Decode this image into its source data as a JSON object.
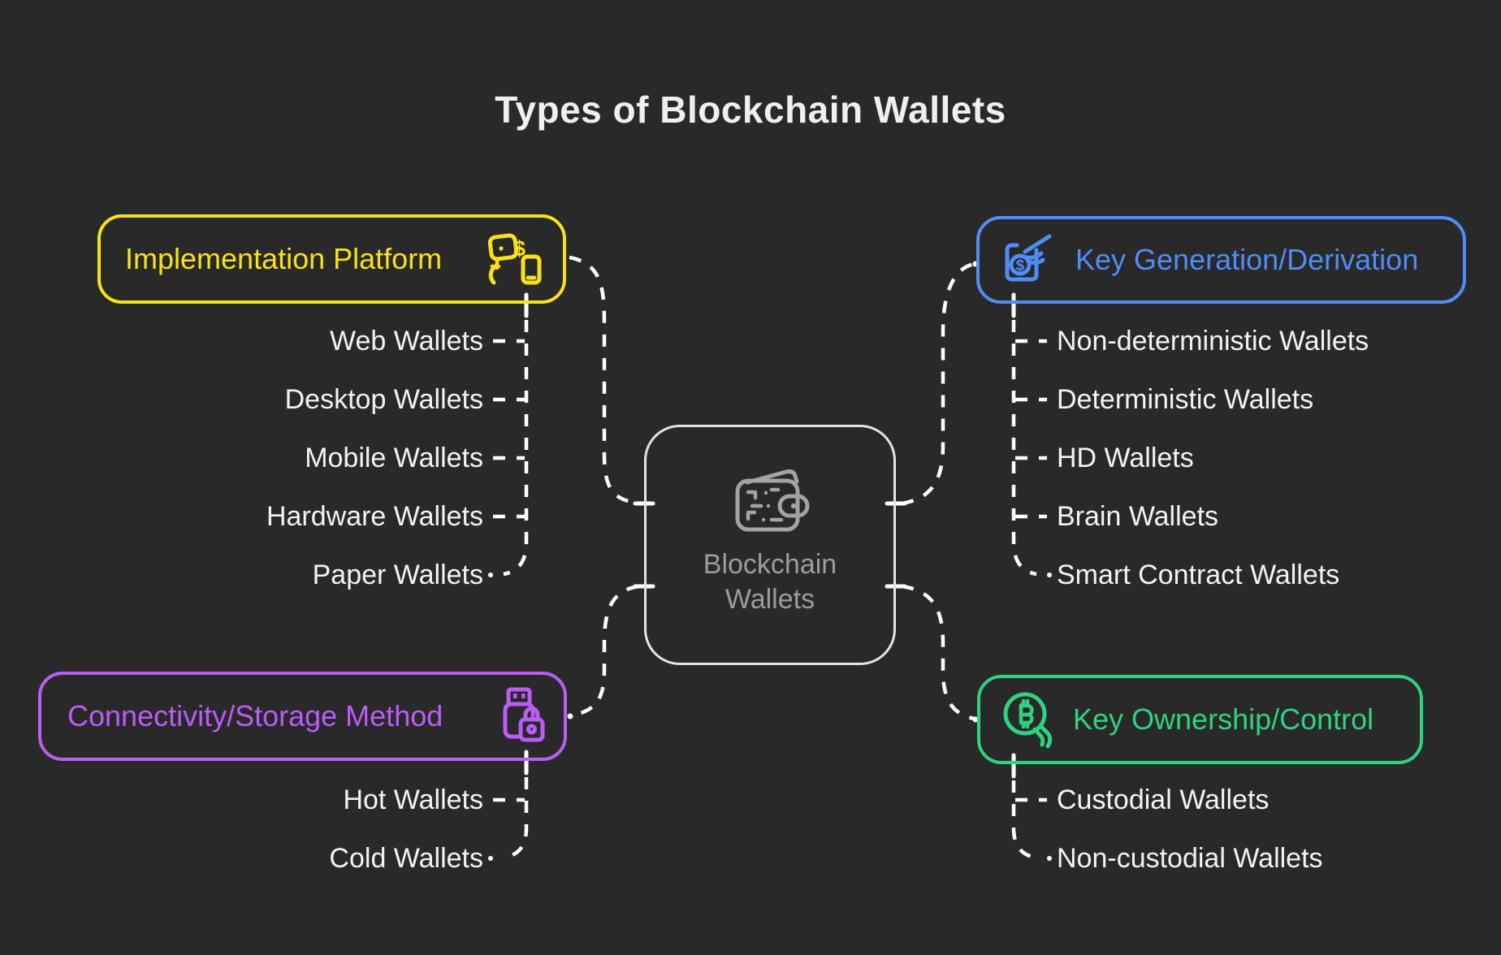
{
  "title": "Types of Blockchain Wallets",
  "center_node": {
    "icon": "wallet-icon",
    "line1": "Blockchain",
    "line2": "Wallets",
    "border_color": "#e4e4e4",
    "text_color": "#9c9c9c"
  },
  "groups": [
    {
      "id": "implementation-platform",
      "label": "Implementation Platform",
      "icon": "device-swap-icon",
      "color": "#f8e11c",
      "items": [
        "Web Wallets",
        "Desktop Wallets",
        "Mobile Wallets",
        "Hardware Wallets",
        "Paper Wallets"
      ]
    },
    {
      "id": "key-generation-derivation",
      "label": "Key Generation/Derivation",
      "icon": "hand-signing-icon",
      "color": "#4f8df6",
      "items": [
        "Non-deterministic Wallets",
        "Deterministic Wallets",
        "HD Wallets",
        "Brain Wallets",
        "Smart Contract Wallets"
      ]
    },
    {
      "id": "connectivity-storage-method",
      "label": "Connectivity/Storage Method",
      "icon": "usb-lock-icon",
      "color": "#bb5cf5",
      "items": [
        "Hot Wallets",
        "Cold Wallets"
      ]
    },
    {
      "id": "key-ownership-control",
      "label": "Key Ownership/Control",
      "icon": "bitcoin-hand-icon",
      "color": "#2ed37f",
      "items": [
        "Custodial Wallets",
        "Non-custodial Wallets"
      ]
    }
  ],
  "colors": {
    "background": "#292929",
    "title_text": "#efefef",
    "item_text": "#f3f3f3",
    "connector": "#ffffff"
  }
}
